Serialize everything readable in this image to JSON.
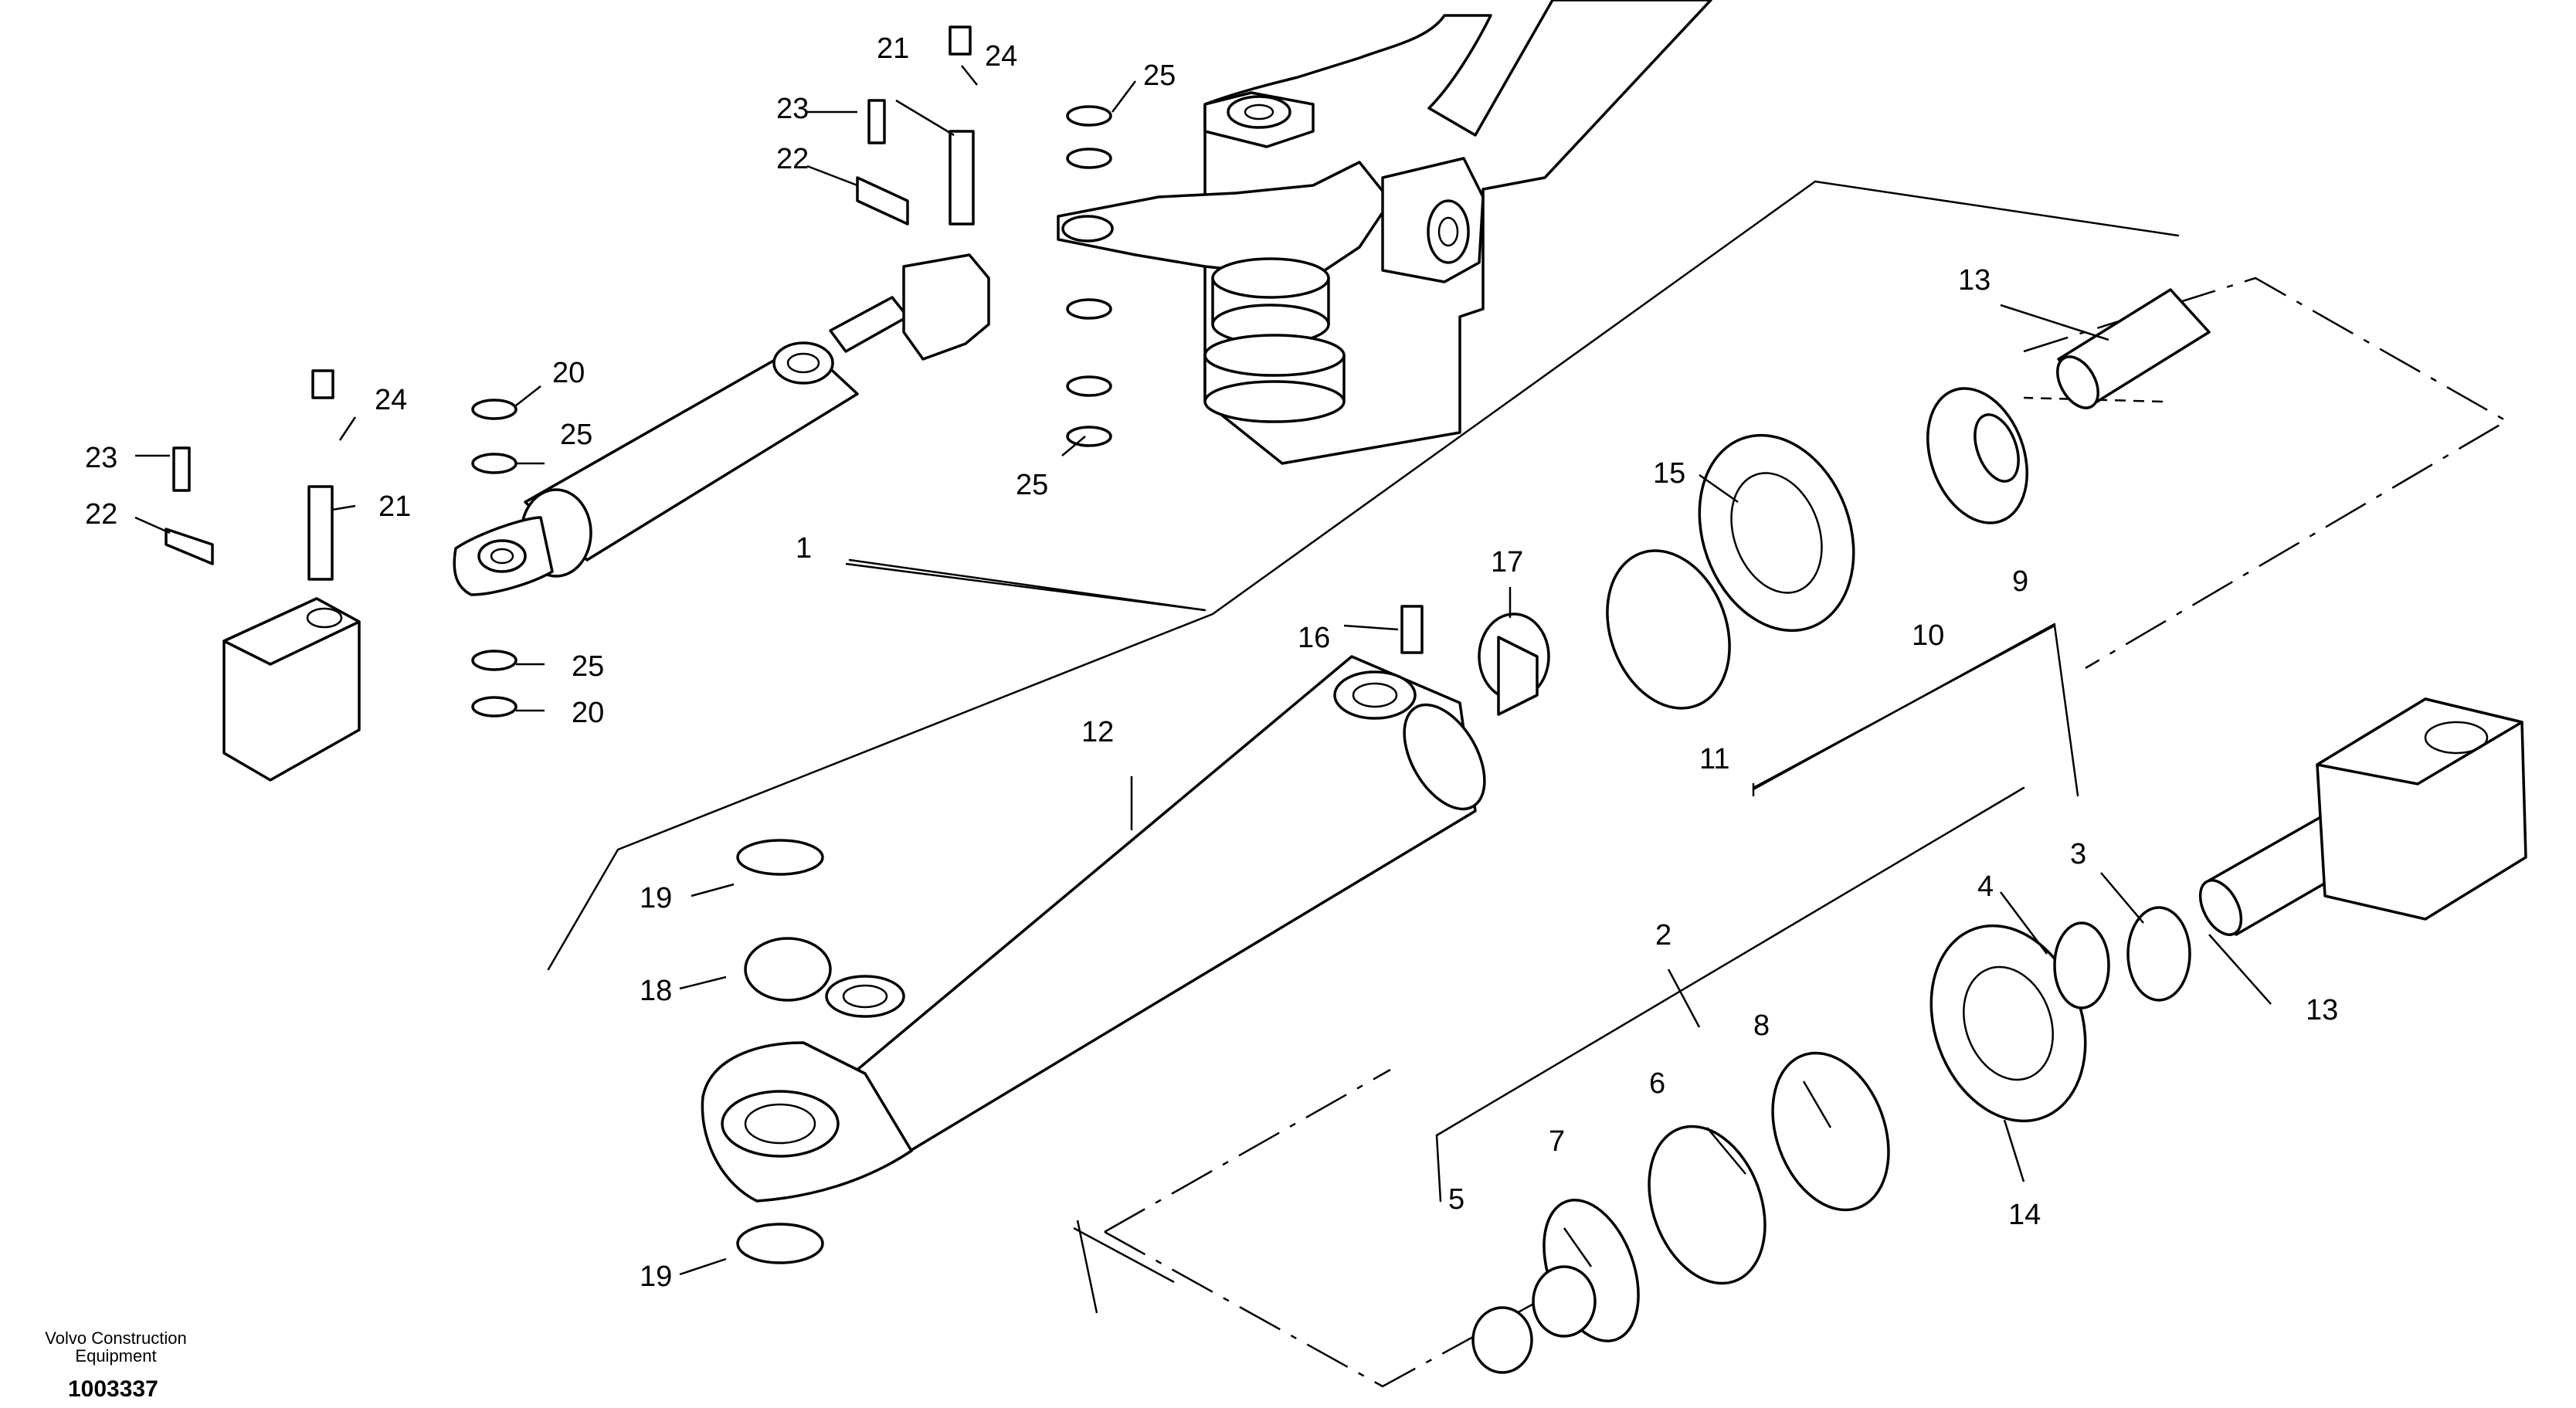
{
  "figure_number": "1003337",
  "brand": {
    "line1": "Volvo Construction",
    "line2": "Equipment"
  },
  "callouts": {
    "c1": "1",
    "c2": "2",
    "c3": "3",
    "c4": "4",
    "c5": "5",
    "c6": "6",
    "c7": "7",
    "c8": "8",
    "c9": "9",
    "c10": "10",
    "c11": "11",
    "c12": "12",
    "c13a": "13",
    "c13b": "13",
    "c14": "14",
    "c15": "15",
    "c16": "16",
    "c17": "17",
    "c18": "18",
    "c19a": "19",
    "c19b": "19",
    "c20a": "20",
    "c20b": "20",
    "c21a": "21",
    "c21b": "21",
    "c22a": "22",
    "c22b": "22",
    "c23a": "23",
    "c23b": "23",
    "c24a": "24",
    "c24b": "24",
    "c25a": "25",
    "c25b": "25",
    "c25c": "25",
    "c25d": "25"
  }
}
